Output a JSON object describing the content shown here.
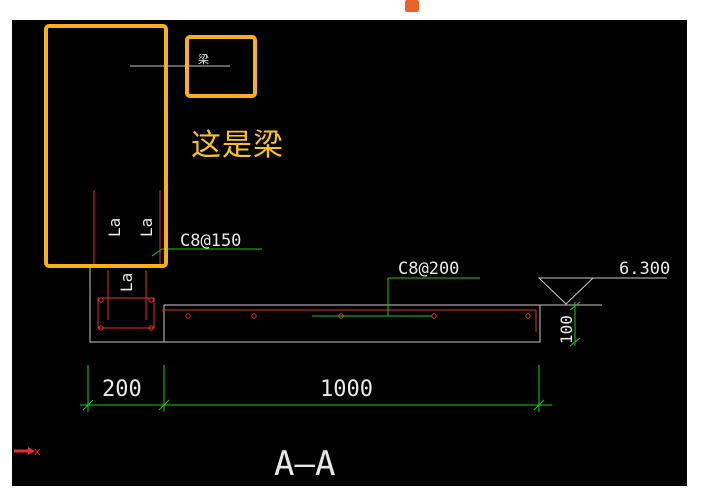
{
  "annotation": {
    "text": "这是梁",
    "color": "#ffc21a",
    "highlight_color": "#f5b01c"
  },
  "drawing": {
    "section_title": "A—A",
    "small_label": "梁",
    "anchor_labels": [
      "La",
      "La",
      "La"
    ],
    "rebar_callouts": [
      "C8@150",
      "C8@200"
    ],
    "elevation": "6.300",
    "thickness_dim": "100",
    "dimensions": [
      "200",
      "1000"
    ],
    "axis_label": "x",
    "colors": {
      "background": "#000000",
      "outline": "#c8c8c8",
      "rebar": "#e03030",
      "dim_green": "#22c622",
      "text_white": "#e8e8e8"
    }
  }
}
